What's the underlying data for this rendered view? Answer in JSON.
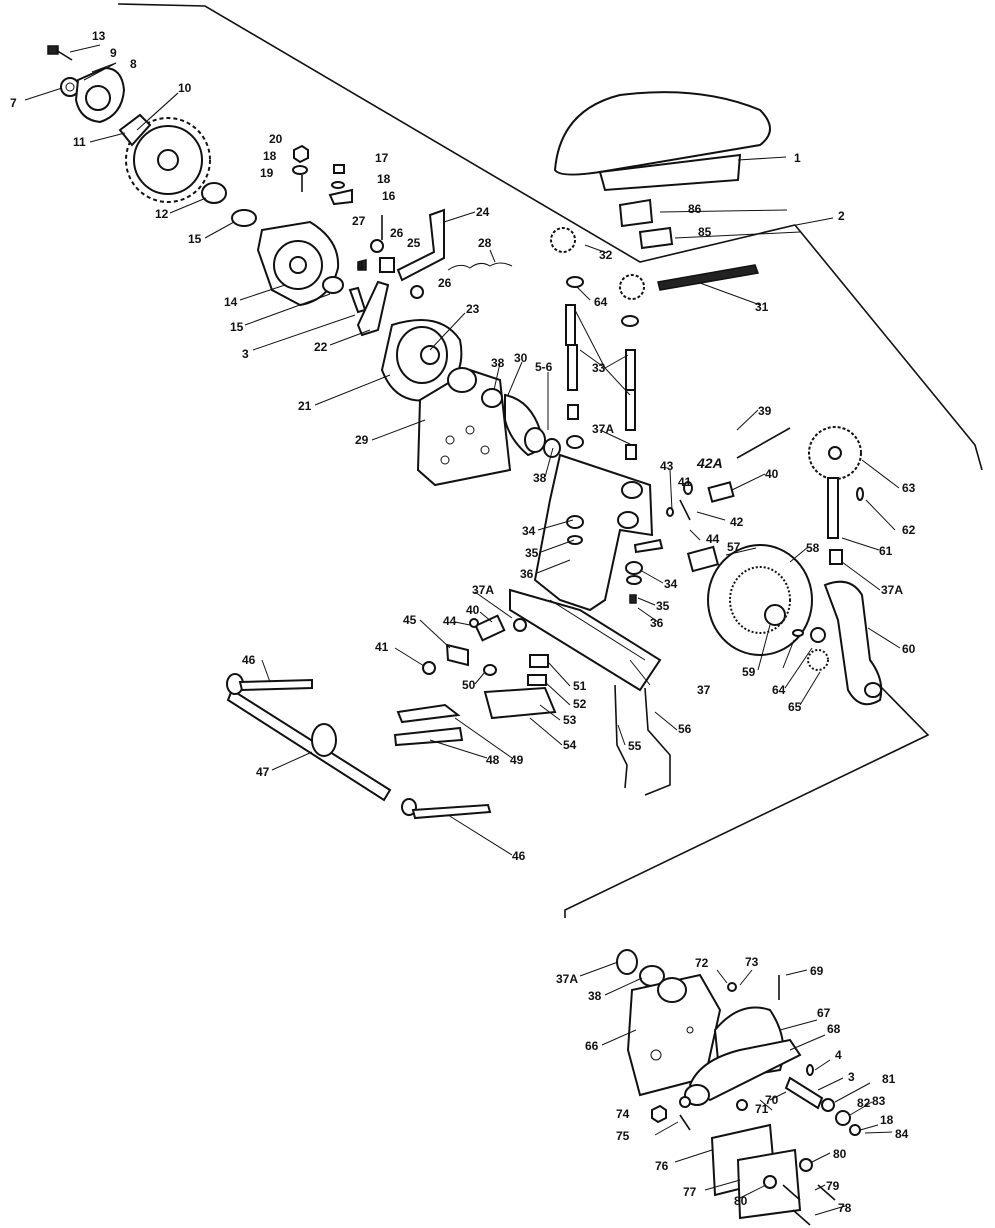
{
  "callouts": [
    "1",
    "2",
    "3",
    "4",
    "5-6",
    "7",
    "8",
    "9",
    "10",
    "11",
    "12",
    "13",
    "14",
    "15",
    "15",
    "16",
    "17",
    "18",
    "18",
    "19",
    "20",
    "21",
    "22",
    "23",
    "24",
    "25",
    "26",
    "26",
    "27",
    "28",
    "29",
    "30",
    "31",
    "32",
    "33",
    "33",
    "34",
    "34",
    "35",
    "35",
    "36",
    "36",
    "37",
    "37A",
    "37A",
    "37A",
    "37A",
    "38",
    "38",
    "38",
    "39",
    "40",
    "40",
    "41",
    "41",
    "42",
    "42A",
    "43",
    "44",
    "44",
    "45",
    "46",
    "46",
    "47",
    "48",
    "49",
    "50",
    "51",
    "52",
    "53",
    "54",
    "55",
    "56",
    "57",
    "58",
    "59",
    "60",
    "61",
    "62",
    "63",
    "64",
    "64",
    "65",
    "66",
    "67",
    "68",
    "69",
    "70",
    "71",
    "72",
    "73",
    "74",
    "75",
    "76",
    "77",
    "78",
    "79",
    "80",
    "80",
    "81",
    "82",
    "83",
    "18",
    "84",
    "3",
    "4",
    "85",
    "86"
  ],
  "colors": {
    "ink": "#111111",
    "paper": "#ffffff"
  }
}
